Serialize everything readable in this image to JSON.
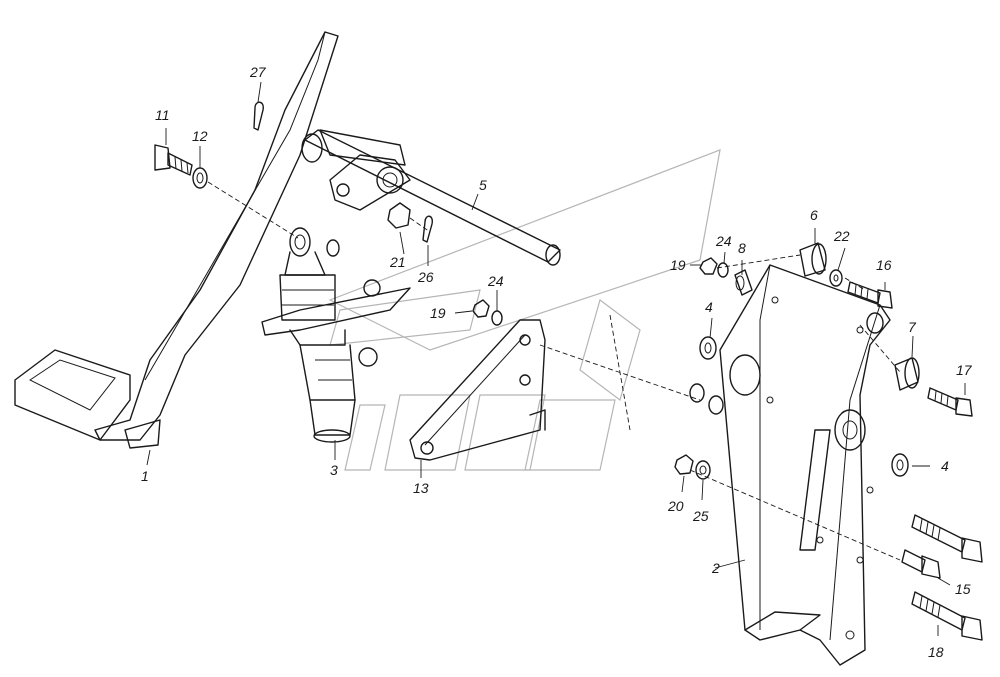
{
  "labels": {
    "l1": "1",
    "l2": "2",
    "l3": "3",
    "l4a": "4",
    "l4b": "4",
    "l5": "5",
    "l6": "6",
    "l7": "7",
    "l8": "8",
    "l11": "11",
    "l12": "12",
    "l13": "13",
    "l15": "15",
    "l16": "16",
    "l17": "17",
    "l18": "18",
    "l19a": "19",
    "l19b": "19",
    "l20": "20",
    "l21": "21",
    "l22": "22",
    "l24a": "24",
    "l24b": "24",
    "l25": "25",
    "l26": "26",
    "l27": "27"
  },
  "colors": {
    "line": "#1a1a1a",
    "watermark": "#b5b5b5",
    "background": "#ffffff"
  }
}
